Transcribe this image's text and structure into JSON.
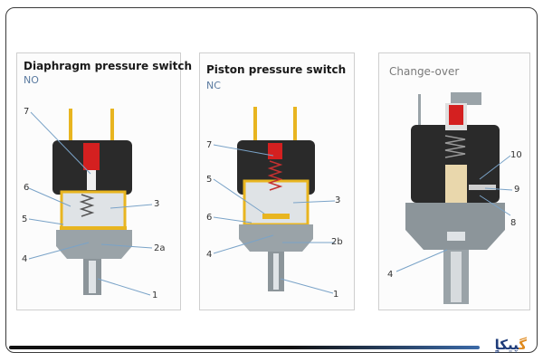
{
  "panels": [
    {
      "title": "Diaphragm pressure switch",
      "subtitle": "NO",
      "labels": [
        "7",
        "6",
        "5",
        "4",
        "3",
        "2a",
        "1"
      ]
    },
    {
      "title": "Piston pressure switch",
      "subtitle": "NC",
      "labels": [
        "7",
        "5",
        "6",
        "4",
        "3",
        "2b",
        "1"
      ]
    },
    {
      "title": "Change-over",
      "subtitle": "",
      "labels": [
        "10",
        "9",
        "8",
        "4"
      ]
    }
  ],
  "logo": {
    "text": "پیکاٍ",
    "accent": "گ"
  },
  "colors": {
    "yellow": "#e8b520",
    "red": "#d42020",
    "body": "#2a2a2a",
    "metal": "#9aa3a8",
    "border": "#3a3a3a"
  }
}
